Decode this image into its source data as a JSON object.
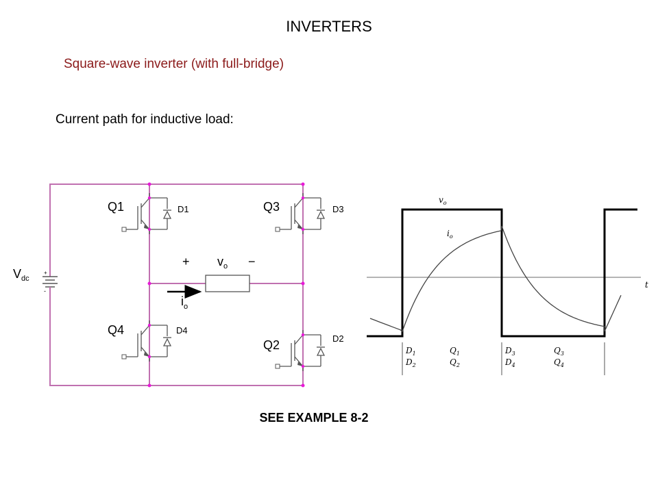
{
  "slide": {
    "title": "INVERTERS",
    "subtitle": "Square-wave inverter (with full-bridge)",
    "section_label": "Current path for inductive load:",
    "footer": "SEE EXAMPLE 8-2"
  },
  "circuit": {
    "source_label": "V",
    "source_sub": "dc",
    "source_plus": "+",
    "source_minus": "-",
    "switches": {
      "q1": "Q1",
      "q3": "Q3",
      "q4": "Q4",
      "q2": "Q2"
    },
    "diodes": {
      "d1": "D1",
      "d3": "D3",
      "d4": "D4",
      "d2": "D2"
    },
    "output_plus": "+",
    "output_minus": "−",
    "vo_main": "v",
    "vo_sub": "o",
    "io_main": "i",
    "io_sub": "o",
    "colors": {
      "wire": "#c070b0",
      "node": "#e81ad8"
    }
  },
  "waveform": {
    "vo_label": "v",
    "vo_sub": "o",
    "io_label": "i",
    "io_sub": "o",
    "t_label": "t",
    "intervals": [
      {
        "a": [
          "D",
          "1"
        ],
        "b": [
          "D",
          "2"
        ]
      },
      {
        "a": [
          "Q",
          "1"
        ],
        "b": [
          "Q",
          "2"
        ]
      },
      {
        "a": [
          "D",
          "3"
        ],
        "b": [
          "D",
          "4"
        ]
      },
      {
        "a": [
          "Q",
          "3"
        ],
        "b": [
          "Q",
          "4"
        ]
      }
    ]
  }
}
